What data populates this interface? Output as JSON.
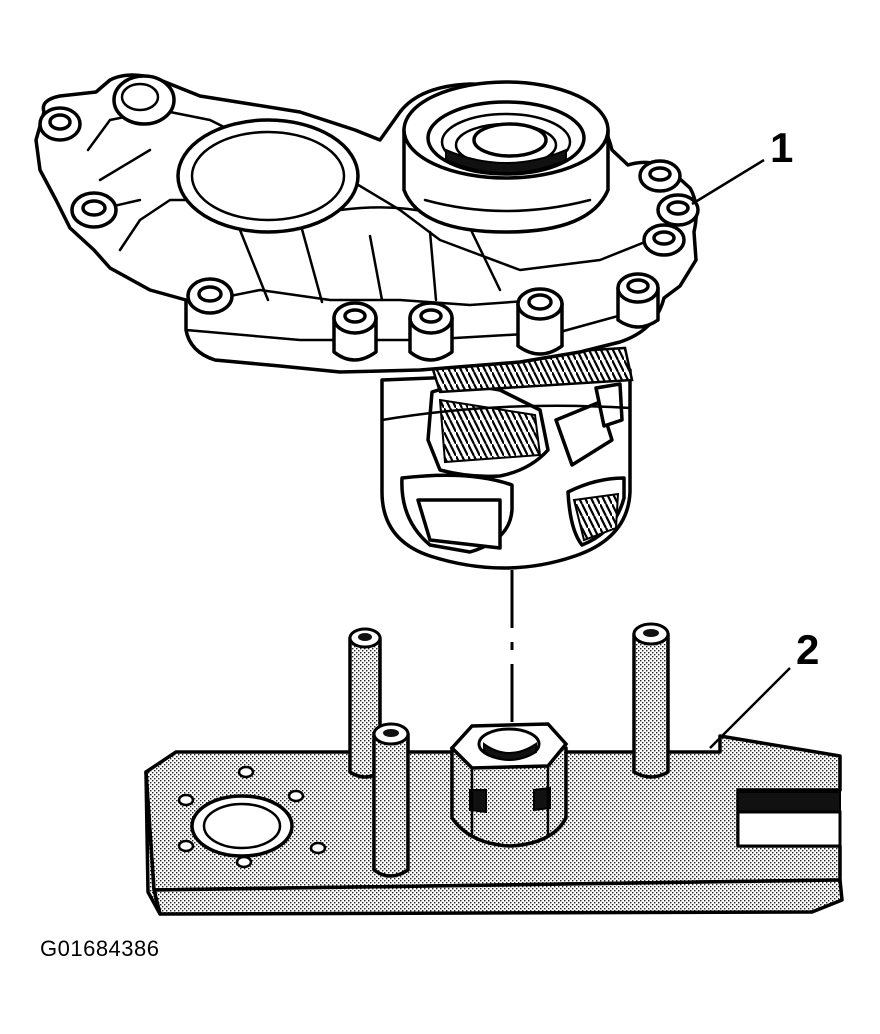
{
  "figure": {
    "callouts": [
      {
        "number": "1"
      },
      {
        "number": "2"
      }
    ],
    "figure_id": "G01684386"
  }
}
